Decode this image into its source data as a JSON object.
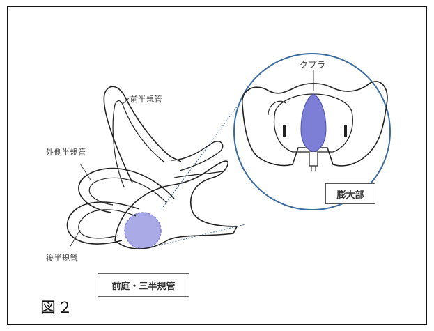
{
  "labels": {
    "anterior_canal": "前半規管",
    "lateral_canal": "外側半規管",
    "posterior_canal": "後半規管",
    "cupula": "クプラ",
    "ampulla": "膨大部",
    "vestibule_box": "前庭・三半規管",
    "figure": "図２"
  },
  "colors": {
    "highlight": "#7d7fd6",
    "highlight_fill": "#a9aae6",
    "line": "#222222",
    "circle_border": "#3b6b9e"
  }
}
